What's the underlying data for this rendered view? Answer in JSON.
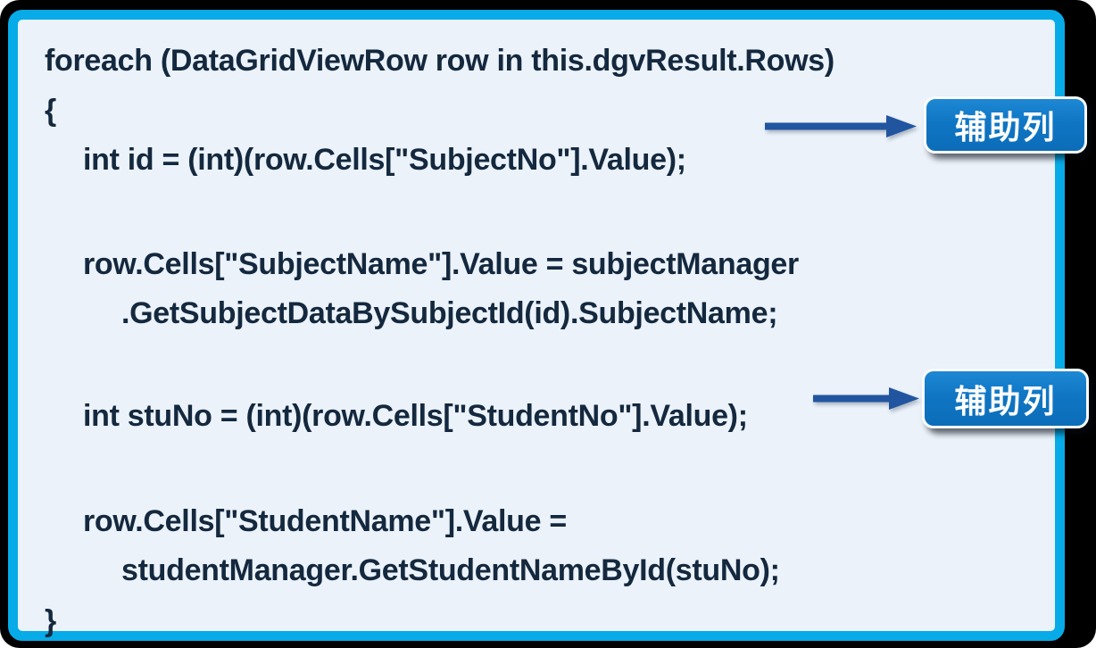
{
  "slide": {
    "type": "code-annotation-slide",
    "language": "csharp"
  },
  "code": {
    "lines": [
      "foreach (DataGridViewRow row in this.dgvResult.Rows)",
      "{",
      "int id = (int)(row.Cells[\"SubjectNo\"].Value);",
      "row.Cells[\"SubjectName\"].Value = subjectManager",
      ".GetSubjectDataBySubjectId(id).SubjectName;",
      "int stuNo = (int)(row.Cells[\"StudentNo\"].Value);",
      "row.Cells[\"StudentName\"].Value =",
      "studentManager.GetStudentNameById(stuNo);",
      "}"
    ]
  },
  "annotations": {
    "labels": [
      {
        "text": "辅助列",
        "points_to": "row.Cells[\"SubjectNo\"]"
      },
      {
        "text": "辅助列",
        "points_to": "row.Cells[\"StudentNo\"]"
      }
    ]
  },
  "colors": {
    "outer_background": "#000000",
    "panel_border": "#07ABE8",
    "panel_background": "#EBF2FA",
    "code_text": "#14283E",
    "arrow": "#2155A0",
    "badge_background": "#0F76C4",
    "badge_border": "#FBFDFF",
    "badge_text": "#FFFFFF"
  }
}
